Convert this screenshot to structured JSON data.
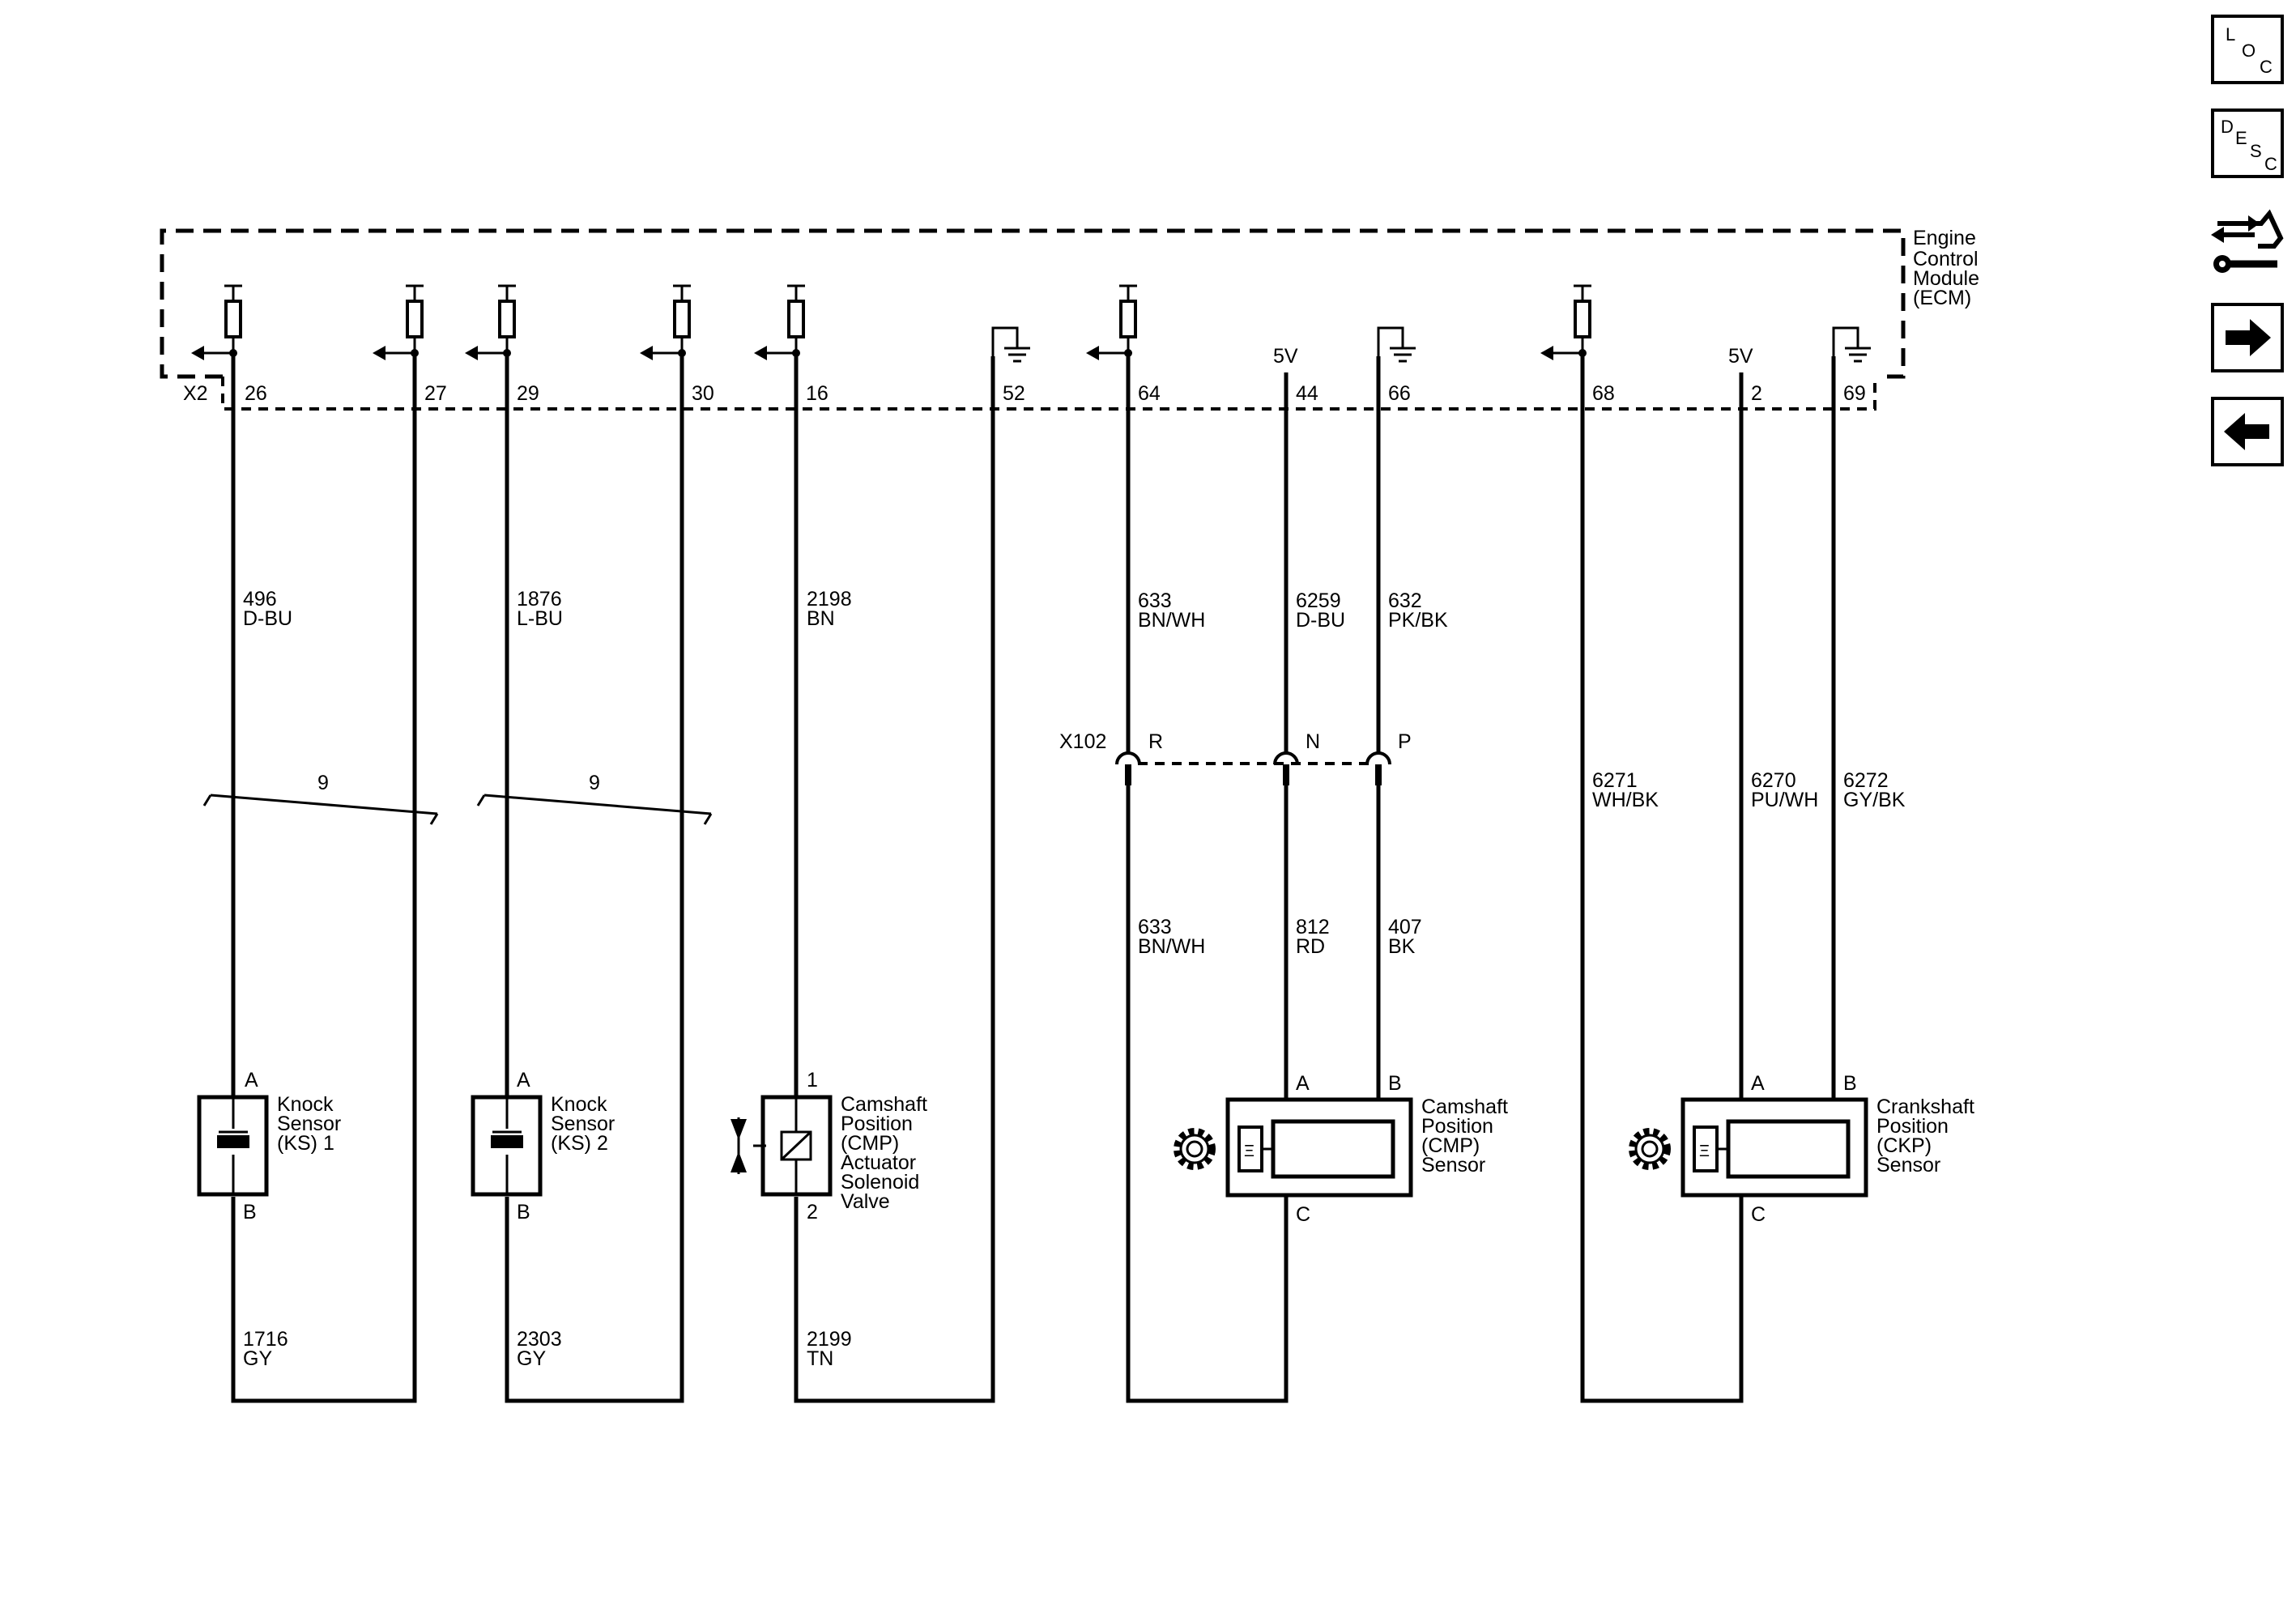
{
  "ecm": {
    "name_lines": [
      "Engine",
      "Control",
      "Module",
      "(ECM)"
    ],
    "connector": "X2",
    "pins": [
      "26",
      "27",
      "29",
      "30",
      "16",
      "52",
      "64",
      "44",
      "66",
      "68",
      "2",
      "69"
    ],
    "ref_5v": "5V"
  },
  "wires": [
    {
      "circuit": "496",
      "color": "D-BU"
    },
    {
      "circuit": "1876",
      "color": "L-BU"
    },
    {
      "circuit": "2198",
      "color": "BN"
    },
    {
      "circuit": "633",
      "color": "BN/WH"
    },
    {
      "circuit": "6259",
      "color": "D-BU"
    },
    {
      "circuit": "632",
      "color": "PK/BK"
    },
    {
      "circuit": "6271",
      "color": "WH/BK"
    },
    {
      "circuit": "6270",
      "color": "PU/WH"
    },
    {
      "circuit": "6272",
      "color": "GY/BK"
    },
    {
      "circuit": "633",
      "color": "BN/WH"
    },
    {
      "circuit": "812",
      "color": "RD"
    },
    {
      "circuit": "407",
      "color": "BK"
    },
    {
      "circuit": "1716",
      "color": "GY"
    },
    {
      "circuit": "2303",
      "color": "GY"
    },
    {
      "circuit": "2199",
      "color": "TN"
    }
  ],
  "twist_count": "9",
  "inline_connector": {
    "name": "X102",
    "pins": [
      "R",
      "N",
      "P"
    ]
  },
  "components": {
    "ks1": {
      "lines": [
        "Knock",
        "Sensor",
        "(KS) 1"
      ],
      "pin_top": "A",
      "pin_bottom": "B"
    },
    "ks2": {
      "lines": [
        "Knock",
        "Sensor",
        "(KS) 2"
      ],
      "pin_top": "A",
      "pin_bottom": "B"
    },
    "cmp_valve": {
      "lines": [
        "Camshaft",
        "Position",
        "(CMP)",
        "Actuator",
        "Solenoid",
        "Valve"
      ],
      "pin_top": "1",
      "pin_bottom": "2"
    },
    "cmp_sensor": {
      "lines": [
        "Camshaft",
        "Position",
        "(CMP)",
        "Sensor"
      ],
      "pins": [
        "A",
        "B",
        "C"
      ]
    },
    "ckp_sensor": {
      "lines": [
        "Crankshaft",
        "Position",
        "(CKP)",
        "Sensor"
      ],
      "pins": [
        "A",
        "B",
        "C"
      ]
    }
  },
  "nav": {
    "loc": {
      "l1": "L",
      "l2": "O",
      "l3": "C"
    },
    "desc": {
      "l1": "D",
      "l2": "E",
      "l3": "S",
      "l4": "C"
    },
    "icons": [
      "connector-tool-icon",
      "arrow-right-icon",
      "arrow-left-icon"
    ]
  }
}
